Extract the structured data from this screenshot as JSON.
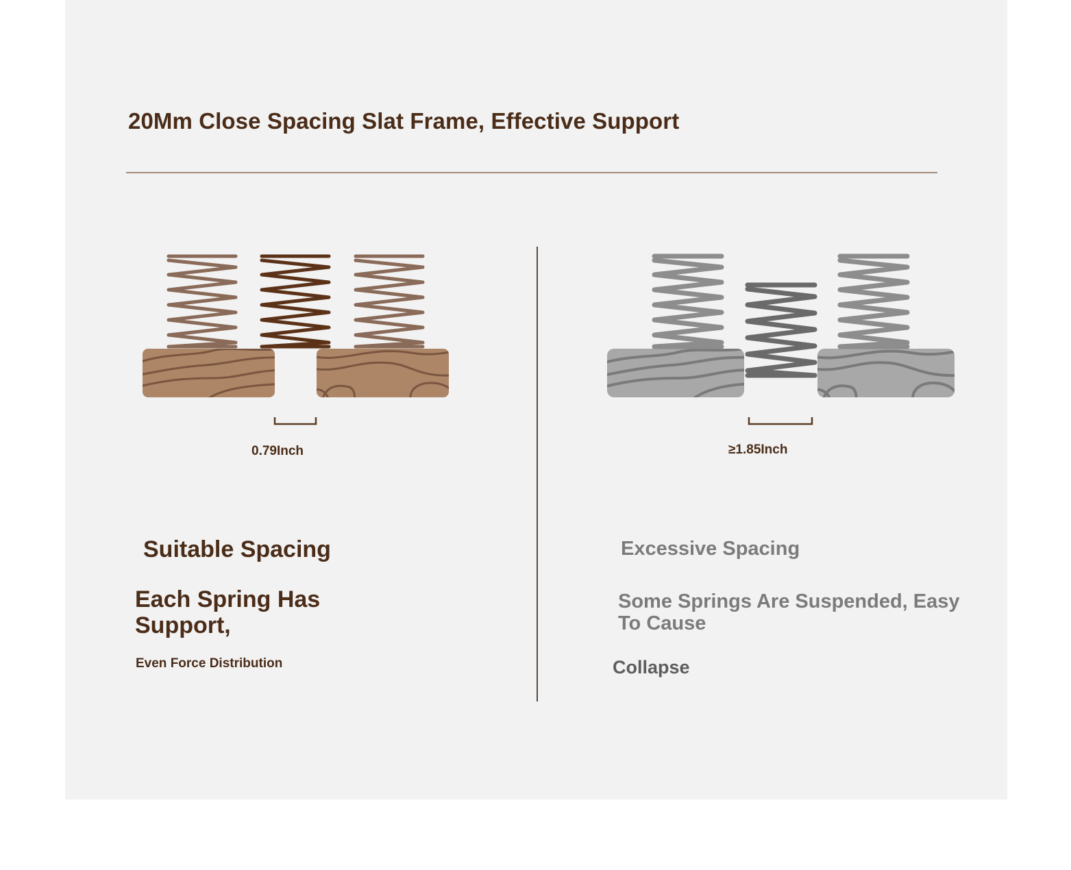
{
  "title": "20Mm Close Spacing Slat Frame, Effective Support",
  "left": {
    "measure": "0.79Inch",
    "heading": "Suitable Spacing",
    "line1": "Each Spring Has",
    "line2": "Support,",
    "subline": "Even Force Distribution"
  },
  "right": {
    "measure": "≥1.85Inch",
    "heading": "Excessive Spacing",
    "line1": "Some Springs Are Suspended, Easy",
    "line2": "To Cause",
    "subline": "Collapse"
  },
  "colors": {
    "brown_dark": "#4a2c18",
    "brown_spring": "#8a6a58",
    "wood_brown": "#ad8567",
    "grain_brown": "#7a5640",
    "wood_grey": "#a8a8a8",
    "spring_grey": "#8d8d8d",
    "spring_dark_grey": "#6a6a6a"
  }
}
